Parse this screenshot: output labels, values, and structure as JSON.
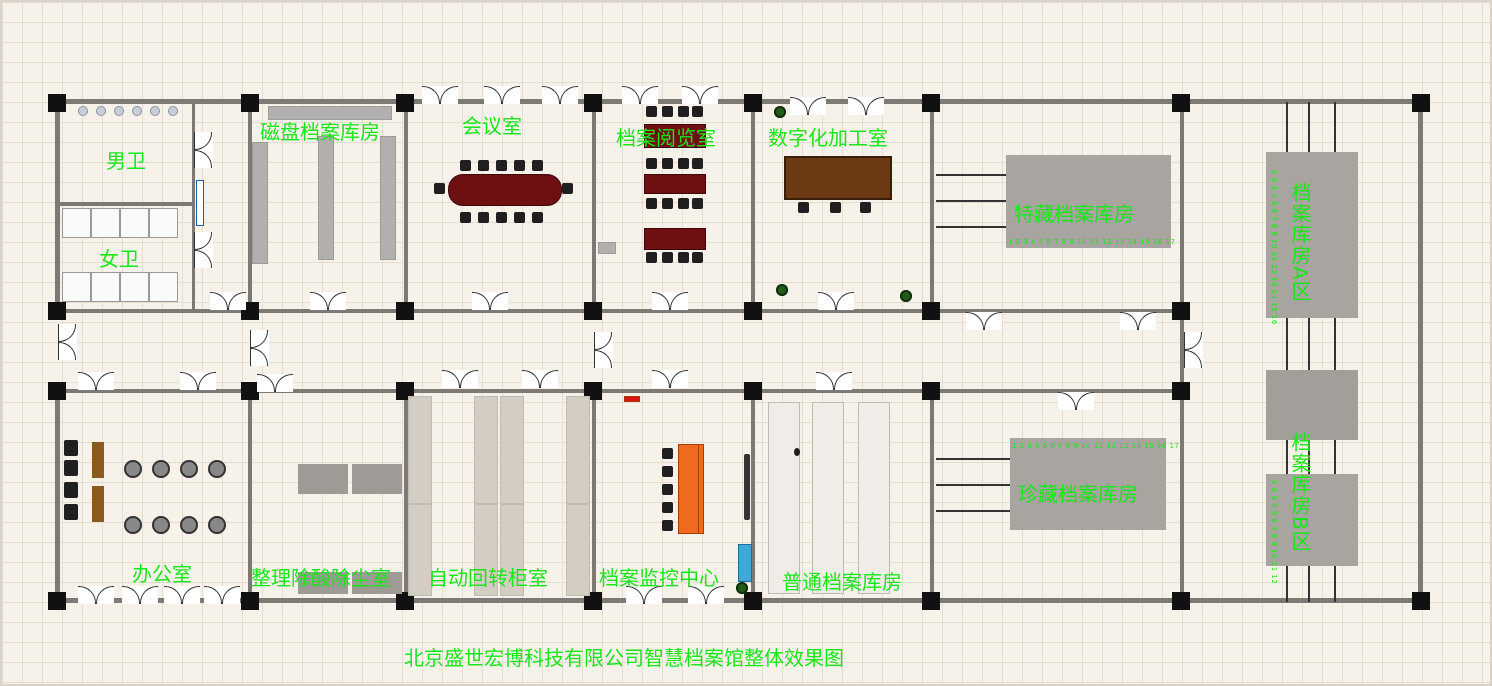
{
  "rooms": {
    "men_restroom": "男卫",
    "women_restroom": "女卫",
    "disk_archive": "磁盘档案库房",
    "meeting_room": "会议室",
    "reading_room": "档案阅览室",
    "digitization_room": "数字化加工室",
    "special_archive": "特藏档案库房",
    "archive_zone_a": "档案库房A区",
    "office": "办公室",
    "sorting_room": "整理除酸除尘室",
    "rotary_cabinet_room": "自动回转柜室",
    "monitoring_center": "档案监控中心",
    "general_archive": "普通档案库房",
    "precious_archive": "珍藏档案库房",
    "archive_zone_b": "档案库房B区"
  },
  "rack_numbers": {
    "special": "1 2 3 4 5 6 7 8 9 10 11 12 13 14 15 16 17",
    "precious": "1 2 3 4 5 6 7 8 9 10 11 12 13 14 15 16 17",
    "zone_a": "1 2 3 4 5 6 7 8 9 10 11 12 13 14 15 16",
    "zone_b": "1 2 3 4 5 6 7 8 9 10 11 12"
  },
  "caption": "北京盛世宏博科技有限公司智慧档案馆整体效果图",
  "colors": {
    "label": "#19e619",
    "wall": "#7d7a76",
    "column": "#111111",
    "floor": "#f6f2ea"
  }
}
